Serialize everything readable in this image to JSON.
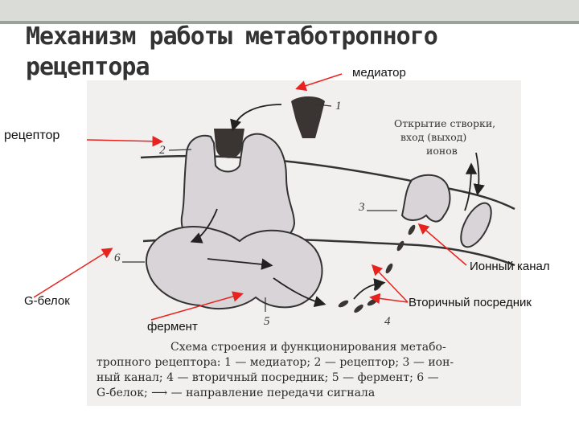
{
  "title_lines": [
    "Механизм работы метаботропного",
    "рецептора"
  ],
  "labels": {
    "mediator": "медиатор",
    "receptor": "рецептор",
    "ion_channel": "Ионный канал",
    "g_protein": "G-белок",
    "second_messenger": "Вторичный посредник",
    "enzyme": "фермент"
  },
  "figure": {
    "opening_lines": [
      "Открытие створки,",
      "вход (выход)",
      "ионов"
    ],
    "numbers": [
      "1",
      "2",
      "3",
      "4",
      "5",
      "6"
    ]
  },
  "caption": [
    "Схема строения и функционирования метабо-",
    "тропного рецептора: 1 — медиатор; 2 — рецептор; 3 — ион-",
    "ный канал; 4 — вторичный посредник; 5 — фермент; 6 —",
    "G-белок; ⟶ — направление передачи сигнала"
  ],
  "colors": {
    "arrow": "#e8231f",
    "protein": "#d9d4d7",
    "dark": "#3a3433"
  }
}
